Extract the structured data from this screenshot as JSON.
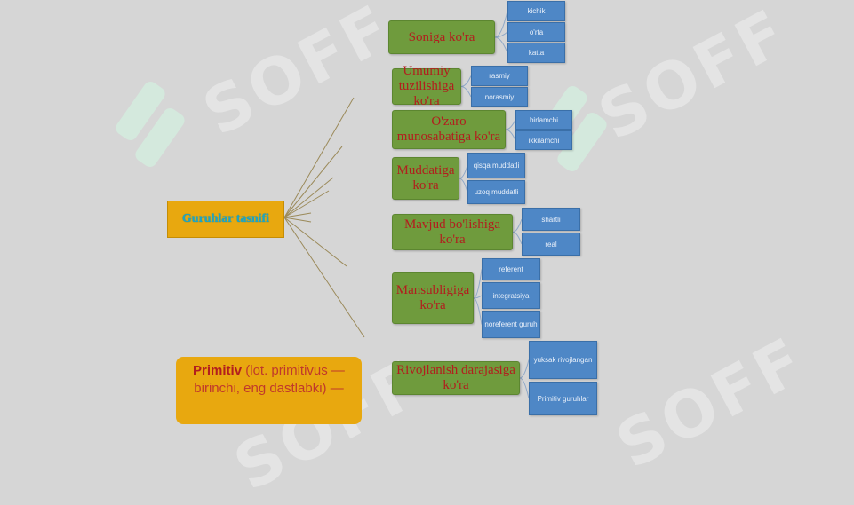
{
  "watermark": "SOFF",
  "colors": {
    "background": "#d6d6d6",
    "root": "#e8a80f",
    "category": "#6f9b3d",
    "leaf": "#4e87c6",
    "text_red": "#b21e1e",
    "root_text": "#1aa6c7"
  },
  "root": {
    "label": "Guruhlar tasnifi"
  },
  "categories": [
    {
      "label": "Soniga ko'ra",
      "leaves": [
        "kichik",
        "o'rta",
        "katta"
      ]
    },
    {
      "label": "Umumiy tuzilishiga ko'ra",
      "leaves": [
        "rasmiy",
        "norasmiy"
      ]
    },
    {
      "label": "O'zaro munosabatiga ko'ra",
      "leaves": [
        "birlamchi",
        "ikkilamchi"
      ]
    },
    {
      "label": "Muddatiga ko'ra",
      "leaves": [
        "qisqa muddatli",
        "uzoq muddatli"
      ]
    },
    {
      "label": "Mavjud bo'lishiga ko'ra",
      "leaves": [
        "shartli",
        "real"
      ]
    },
    {
      "label": "Mansubligiga ko'ra",
      "leaves": [
        "referent",
        "integratsiya",
        "noreferent guruh"
      ]
    },
    {
      "label": "Rivojlanish darajasiga ko'ra",
      "leaves": [
        "yuksak rivojlangan",
        "Primitiv guruhlar"
      ]
    }
  ],
  "definition": {
    "term": "Primitiv",
    "text": " (lot. primitivus — birinchi, eng dastlabki) —"
  }
}
